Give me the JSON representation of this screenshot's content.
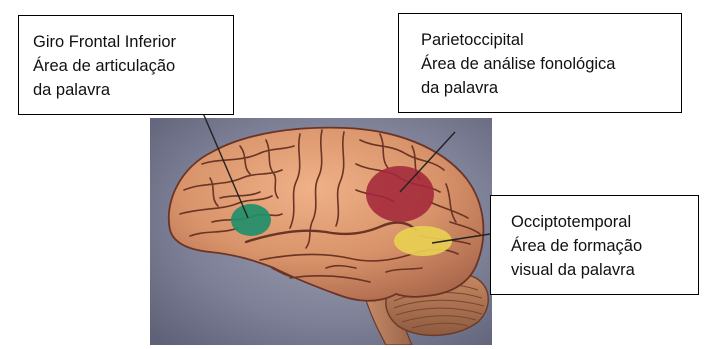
{
  "figure": {
    "callouts": {
      "frontal": {
        "lines": [
          "Giro Frontal Inferior",
          "Área de articulação",
          "da palavra"
        ],
        "area_color": "#1f8f6a"
      },
      "parietal": {
        "lines": [
          "Parietoccipital",
          "Área de análise fonológica",
          "da palavra"
        ],
        "area_color": "#a3283a"
      },
      "occipital": {
        "lines": [
          "Occiptotemporal",
          "Área de formação",
          "visual da palavra"
        ],
        "area_color": "#e8cf52"
      }
    },
    "brain_colors": {
      "background": "#7d8096",
      "cortex": "#d8936a",
      "sulcus": "#6b3424",
      "cerebellum": "#b97b58"
    }
  }
}
